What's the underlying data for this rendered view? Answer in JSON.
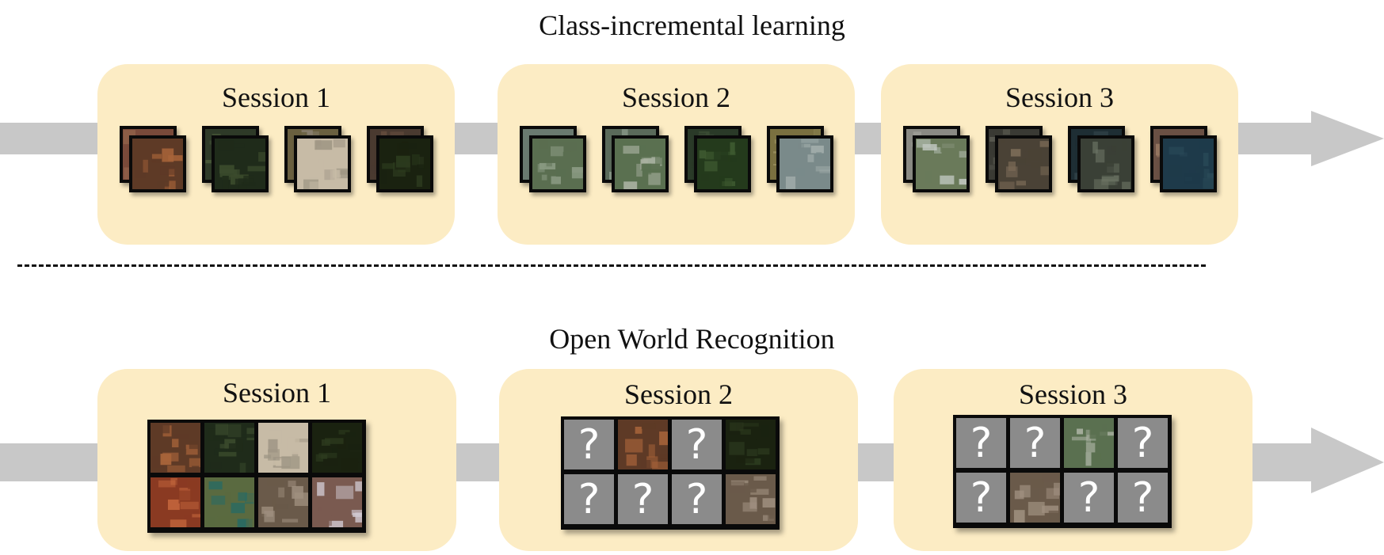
{
  "top": {
    "title": "Class-incremental learning",
    "sessions": [
      {
        "label": "Session 1",
        "tiles": [
          {
            "back": [
              "#7a4a3a",
              "#9a6a50"
            ],
            "front": [
              "#5e3a26",
              "#a8643a"
            ]
          },
          {
            "back": [
              "#2e3a28",
              "#4a5a3a"
            ],
            "front": [
              "#1f2b1a",
              "#3a4a2c"
            ]
          },
          {
            "back": [
              "#6a6040",
              "#8a8070"
            ],
            "front": [
              "#c7bba6",
              "#9e9584"
            ]
          },
          {
            "back": [
              "#4a3a30",
              "#6a5040"
            ],
            "front": [
              "#1a2210",
              "#2c3a1e"
            ]
          }
        ]
      },
      {
        "label": "Session 2",
        "tiles": [
          {
            "back": [
              "#6a7a70",
              "#9aa095"
            ],
            "front": [
              "#5a6e50",
              "#8a9a82"
            ]
          },
          {
            "back": [
              "#5a6a5a",
              "#8a9a8a"
            ],
            "front": [
              "#5a7050",
              "#a8b0a0"
            ]
          },
          {
            "back": [
              "#2a3a28",
              "#3c4e34"
            ],
            "front": [
              "#243a1c",
              "#3e5a30"
            ]
          },
          {
            "back": [
              "#7a7040",
              "#9a9060"
            ],
            "front": [
              "#7a8a8a",
              "#a0acaa"
            ]
          }
        ]
      },
      {
        "label": "Session 3",
        "tiles": [
          {
            "back": [
              "#8a8a84",
              "#b0b0a8"
            ],
            "front": [
              "#6a7a5a",
              "#c0c8c0"
            ]
          },
          {
            "back": [
              "#3a3a34",
              "#5a5a50"
            ],
            "front": [
              "#4a4236",
              "#7a6a56"
            ]
          },
          {
            "back": [
              "#1e2e34",
              "#34464c"
            ],
            "front": [
              "#3a4036",
              "#6a7262"
            ]
          },
          {
            "back": [
              "#6a5044",
              "#9a7a64"
            ],
            "front": [
              "#1e3a4a",
              "#2a4a58"
            ]
          }
        ]
      }
    ]
  },
  "bottom": {
    "title": "Open World Recognition",
    "sessions": [
      {
        "label": "Session 1",
        "cells": [
          {
            "unknown": false,
            "colors": [
              "#5e3a26",
              "#a8643a"
            ]
          },
          {
            "unknown": false,
            "colors": [
              "#1f2b1a",
              "#3a4a2c"
            ]
          },
          {
            "unknown": false,
            "colors": [
              "#c7bba6",
              "#9e9584"
            ]
          },
          {
            "unknown": false,
            "colors": [
              "#1a2210",
              "#2c3a1e"
            ]
          },
          {
            "unknown": false,
            "colors": [
              "#8a3a22",
              "#c2653c"
            ]
          },
          {
            "unknown": false,
            "colors": [
              "#5a6a40",
              "#2a6a62"
            ]
          },
          {
            "unknown": false,
            "colors": [
              "#6a5a4a",
              "#a09080"
            ]
          },
          {
            "unknown": false,
            "colors": [
              "#7a5a50",
              "#d0c8d0"
            ]
          }
        ]
      },
      {
        "label": "Session 2",
        "cells": [
          {
            "unknown": true,
            "mark": "?"
          },
          {
            "unknown": false,
            "colors": [
              "#5e3a26",
              "#a8643a"
            ]
          },
          {
            "unknown": true,
            "mark": "?"
          },
          {
            "unknown": false,
            "colors": [
              "#1a2210",
              "#2c3a1e"
            ]
          },
          {
            "unknown": true,
            "mark": "?"
          },
          {
            "unknown": true,
            "mark": "?"
          },
          {
            "unknown": true,
            "mark": "?"
          },
          {
            "unknown": false,
            "colors": [
              "#6a5a4a",
              "#a09080"
            ]
          }
        ]
      },
      {
        "label": "Session 3",
        "cells": [
          {
            "unknown": true,
            "mark": "?"
          },
          {
            "unknown": true,
            "mark": "?"
          },
          {
            "unknown": false,
            "colors": [
              "#5a7050",
              "#a8b0a0"
            ]
          },
          {
            "unknown": true,
            "mark": "?"
          },
          {
            "unknown": true,
            "mark": "?"
          },
          {
            "unknown": false,
            "colors": [
              "#6a5a4a",
              "#a09080"
            ]
          },
          {
            "unknown": true,
            "mark": "?"
          },
          {
            "unknown": true,
            "mark": "?"
          }
        ]
      }
    ]
  },
  "colors": {
    "session_box": "#fcecc4",
    "arrow": "#c8c8c8",
    "tile_border": "#0a0a0a",
    "unknown_cell": "#8b8b8b"
  }
}
